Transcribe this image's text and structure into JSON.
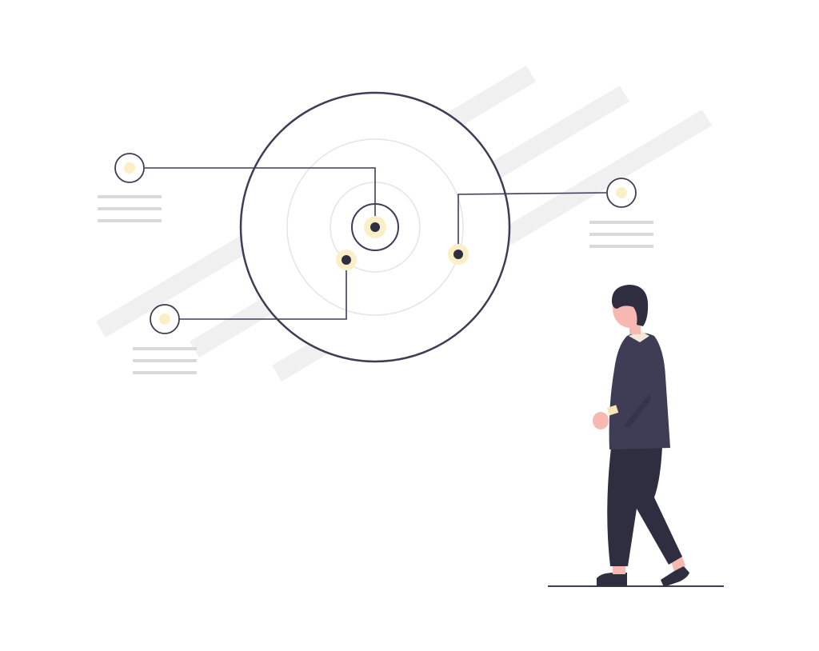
{
  "illustration": {
    "subject": "person-viewing-radar-target",
    "colors": {
      "background": "#ffffff",
      "stripe": "#f0f0f0",
      "outline_dark": "#3f3d56",
      "ring_light": "#e4e4e4",
      "accent_glow": "#fbefc8",
      "dot": "#2f2e41",
      "placeholder_line": "#dadada",
      "skin": "#f6b8b0",
      "jacket": "#3f3d56",
      "pants": "#2f2e41",
      "hair": "#2f2e41",
      "ground": "#3f3d56"
    },
    "callouts": [
      {
        "id": "top-left",
        "lines": 3
      },
      {
        "id": "bottom-left",
        "lines": 3
      },
      {
        "id": "right",
        "lines": 3
      }
    ],
    "targets": [
      {
        "id": "center"
      },
      {
        "id": "lower-left"
      },
      {
        "id": "right"
      }
    ]
  }
}
